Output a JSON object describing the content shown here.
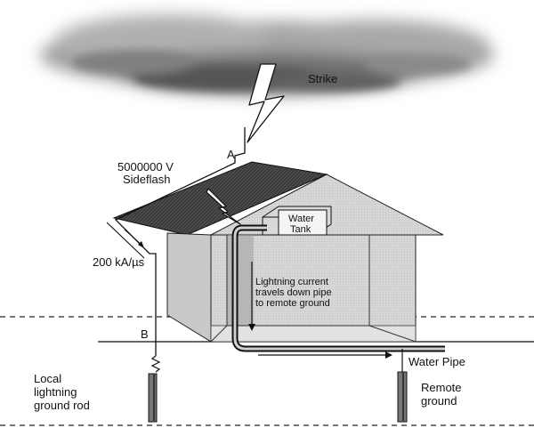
{
  "labels": {
    "strike": "Strike",
    "point_a": "A",
    "point_b": "B",
    "voltage": "5000000 V",
    "sideflash": "Sideflash",
    "rate": "200 kA/µs",
    "tank_line1": "Water",
    "tank_line2": "Tank",
    "current_line1": "Lightning current",
    "current_line2": "travels down pipe",
    "current_line3": "to remote ground",
    "water_pipe": "Water Pipe",
    "local_line1": "Local",
    "local_line2": "lightning",
    "local_line3": "ground rod",
    "remote_line1": "Remote",
    "remote_line2": "ground"
  }
}
